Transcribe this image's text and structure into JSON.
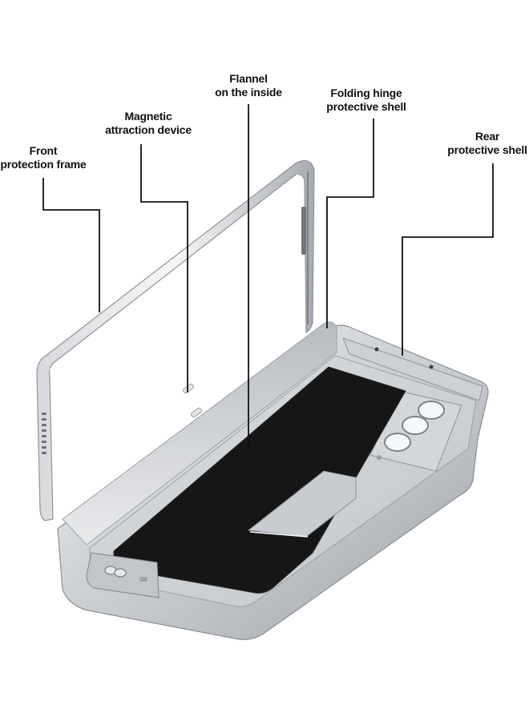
{
  "callouts": {
    "front_frame": {
      "line1": "Front",
      "line2": "protection frame"
    },
    "magnetic": {
      "line1": "Magnetic",
      "line2": "attraction device"
    },
    "flannel": {
      "line1": "Flannel",
      "line2": "on the inside"
    },
    "hinge": {
      "line1": "Folding hinge",
      "line2": "protective shell"
    },
    "rear": {
      "line1": "Rear",
      "line2": "protective shell"
    }
  },
  "colors": {
    "background": "#ffffff",
    "metal_light": "#e6e8ea",
    "metal_mid": "#bfc3c7",
    "metal_dark": "#8d9297",
    "flannel": "#161616",
    "leader_line": "#111111"
  }
}
